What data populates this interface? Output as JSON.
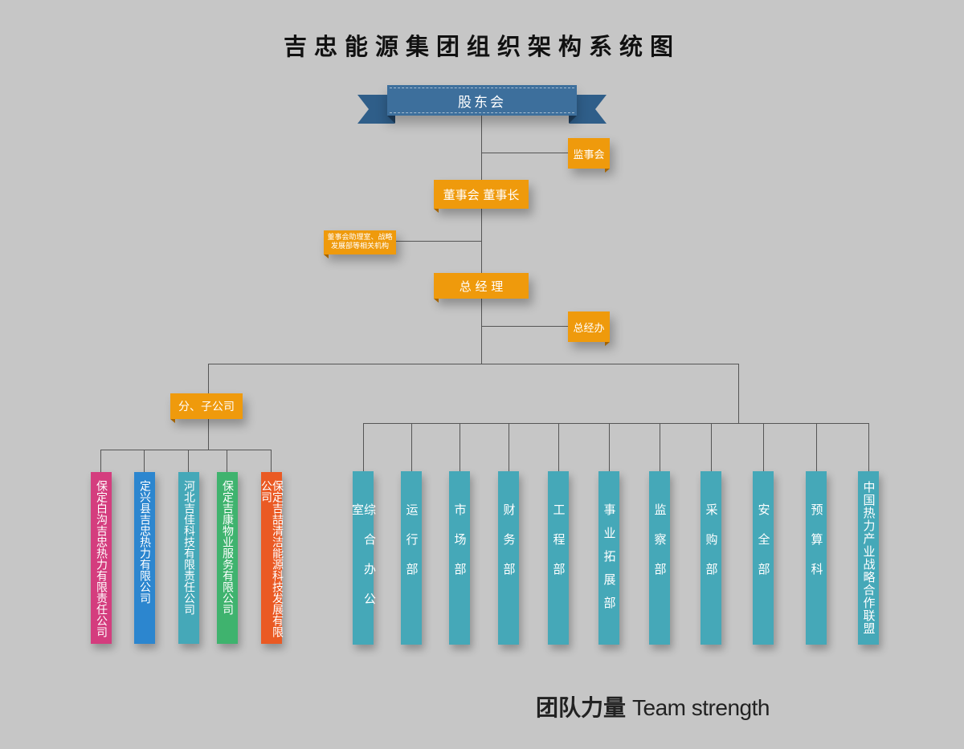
{
  "title": "吉忠能源集团组织架构系统图",
  "root": "股东会",
  "supervisors": "监事会",
  "board": "董事会 董事长",
  "board_office": "董事会助理室、战略发展部等相关机构",
  "gm": "总 经 理",
  "gm_office": "总经办",
  "subsidiary_group": "分、子公司",
  "subsidiaries": [
    "保定白沟吉忠热力有限责任公司",
    "定兴县吉忠热力有限公司",
    "河北吉佳科技有限责任公司",
    "保定吉康物业服务有限公司",
    "保定吉喆清洁能源科技发展有限公司"
  ],
  "departments": [
    "综合办公室",
    "运行部",
    "市场部",
    "财务部",
    "工程部",
    "事业拓展部",
    "监察部",
    "采购部",
    "安全部",
    "预算科",
    "中国热力产业战略合作联盟"
  ],
  "footer": {
    "cn": "团队力量",
    "en": "Team strength"
  },
  "colors": {
    "background": "#c6c6c6",
    "orange": "#ef9a0c",
    "banner_blue": "#3d6f9c",
    "teal": "#45a8b8",
    "subsidiary_colors": [
      "#d43d7e",
      "#2c86cf",
      "#45a8b8",
      "#3fb36e",
      "#ea5a24"
    ]
  }
}
